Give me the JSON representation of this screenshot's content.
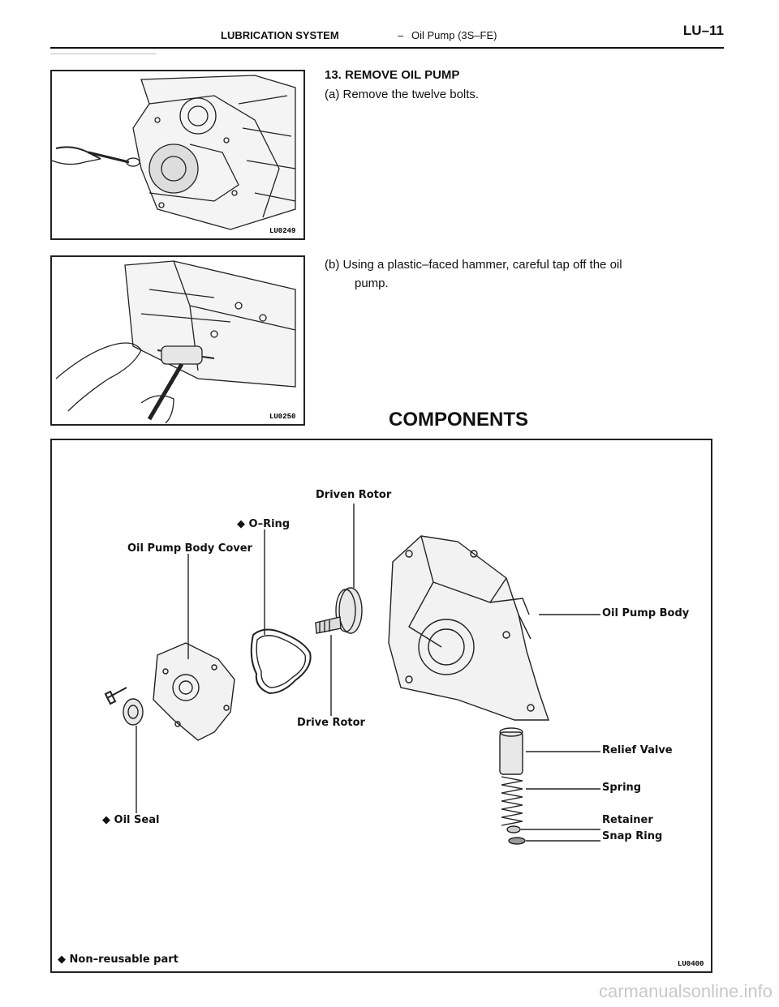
{
  "header": {
    "section": "LUBRICATION SYSTEM",
    "dash": "–",
    "subsection": "Oil Pump (3S–FE)",
    "page": "LU–11"
  },
  "step": {
    "title": "13. REMOVE OIL PUMP",
    "a": "(a) Remove the twelve bolts.",
    "b_line1": "(b) Using a plastic–faced hammer, careful tap off the oil",
    "b_line2": "pump."
  },
  "figures": {
    "fig1_code": "LU0249",
    "fig2_code": "LU0250",
    "components_code": "LU0400"
  },
  "components": {
    "title": "COMPONENTS",
    "labels": {
      "driven_rotor": "Driven Rotor",
      "o_ring": "◆ O–Ring",
      "body_cover": "Oil Pump Body Cover",
      "pump_body": "Oil Pump Body",
      "drive_rotor": "Drive Rotor",
      "relief_valve": "Relief Valve",
      "spring": "Spring",
      "retainer": "Retainer",
      "snap_ring": "Snap Ring",
      "oil_seal": "◆ Oil Seal",
      "legend": "◆ Non–reusable part"
    }
  },
  "watermark": "carmanualsonline.info"
}
